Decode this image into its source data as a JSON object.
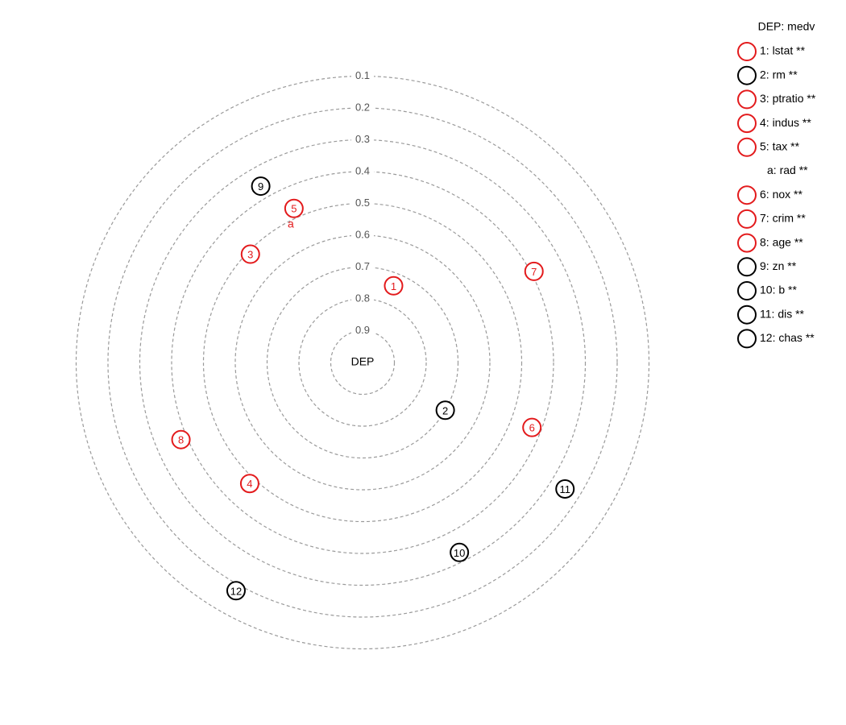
{
  "chart_data": {
    "type": "radial-network",
    "center_label": "DEP",
    "dependent": "medv",
    "ring_values": [
      0.1,
      0.2,
      0.3,
      0.4,
      0.5,
      0.6,
      0.7,
      0.8,
      0.9
    ],
    "rlim": [
      0.0,
      1.0
    ],
    "legend_title": "DEP: medv",
    "legend_position": "right",
    "colors": {
      "negative": "#e31a1c",
      "positive": "#000000",
      "ring": "#9a9a9a"
    },
    "nodes": [
      {
        "id": "1",
        "label": "lstat",
        "value": 0.74,
        "angle_deg": 22,
        "color": "#e31a1c",
        "sig": "**"
      },
      {
        "id": "2",
        "label": "rm",
        "value": 0.7,
        "angle_deg": 120,
        "color": "#000000",
        "sig": "**"
      },
      {
        "id": "3",
        "label": "ptratio",
        "value": 0.51,
        "angle_deg": 314,
        "color": "#e31a1c",
        "sig": "**"
      },
      {
        "id": "4",
        "label": "indus",
        "value": 0.48,
        "angle_deg": 223,
        "color": "#e31a1c",
        "sig": "**"
      },
      {
        "id": "5",
        "label": "tax",
        "value": 0.47,
        "angle_deg": 336,
        "color": "#e31a1c",
        "sig": "**",
        "sub": {
          "id": "a",
          "label": "rad",
          "sig": "**"
        }
      },
      {
        "id": "6",
        "label": "nox",
        "value": 0.43,
        "angle_deg": 111,
        "color": "#e31a1c",
        "sig": "**"
      },
      {
        "id": "7",
        "label": "crim",
        "value": 0.39,
        "angle_deg": 62,
        "color": "#e31a1c",
        "sig": "**"
      },
      {
        "id": "8",
        "label": "age",
        "value": 0.38,
        "angle_deg": 247,
        "color": "#e31a1c",
        "sig": "**"
      },
      {
        "id": "9",
        "label": "zn",
        "value": 0.36,
        "angle_deg": 330,
        "color": "#000000",
        "sig": "**"
      },
      {
        "id": "10",
        "label": "b",
        "value": 0.33,
        "angle_deg": 153,
        "color": "#000000",
        "sig": "**"
      },
      {
        "id": "11",
        "label": "dis",
        "value": 0.25,
        "angle_deg": 122,
        "color": "#000000",
        "sig": "**"
      },
      {
        "id": "12",
        "label": "chas",
        "value": 0.18,
        "angle_deg": 209,
        "color": "#000000",
        "sig": "**"
      }
    ]
  }
}
